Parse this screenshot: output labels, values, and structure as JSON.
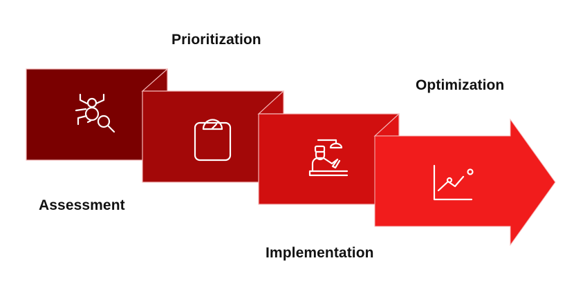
{
  "title": "",
  "colors": {
    "step1": "#7a0000",
    "step1_fold": "#8e0505",
    "step2": "#a30808",
    "step2_fold": "#b80b0b",
    "step3": "#d10f0f",
    "step3_fold": "#e11414",
    "step4": "#f11c1c",
    "edge": "#f4b8b8",
    "icon": "#ffffff",
    "text": "#111111"
  },
  "steps": [
    {
      "label": "Assessment",
      "icon": "bug-search-icon"
    },
    {
      "label": "Prioritization",
      "icon": "weighing-scale-icon"
    },
    {
      "label": "Implementation",
      "icon": "worker-at-desk-icon"
    },
    {
      "label": "Optimization",
      "icon": "line-chart-icon"
    }
  ]
}
